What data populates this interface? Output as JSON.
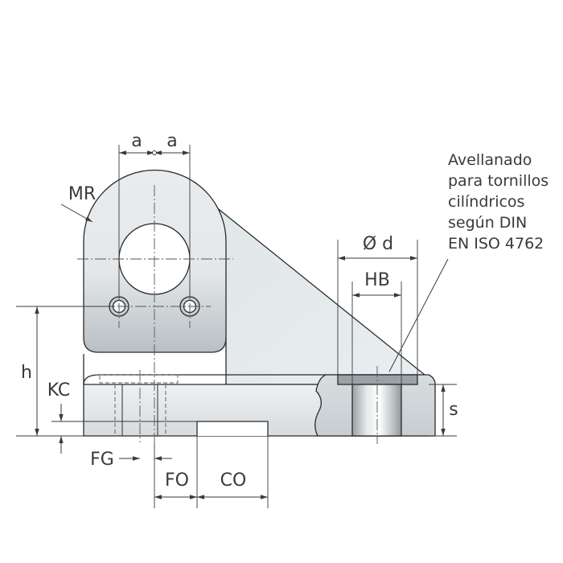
{
  "labels": {
    "a_left": "a",
    "a_right": "a",
    "mr": "MR",
    "h": "h",
    "kc": "KC",
    "fg": "FG",
    "fo": "FO",
    "co": "CO",
    "od": "Ø d",
    "hb": "HB",
    "s": "s"
  },
  "note": {
    "line1": "Avellanado",
    "line2": "para tornillos",
    "line3": "cilíndricos",
    "line4": "según DIN",
    "line5": "EN ISO 4762"
  },
  "colors": {
    "body_fill": "#e9eef0",
    "ear_fill": "#dde2e5",
    "outline": "#2b2b2b"
  }
}
